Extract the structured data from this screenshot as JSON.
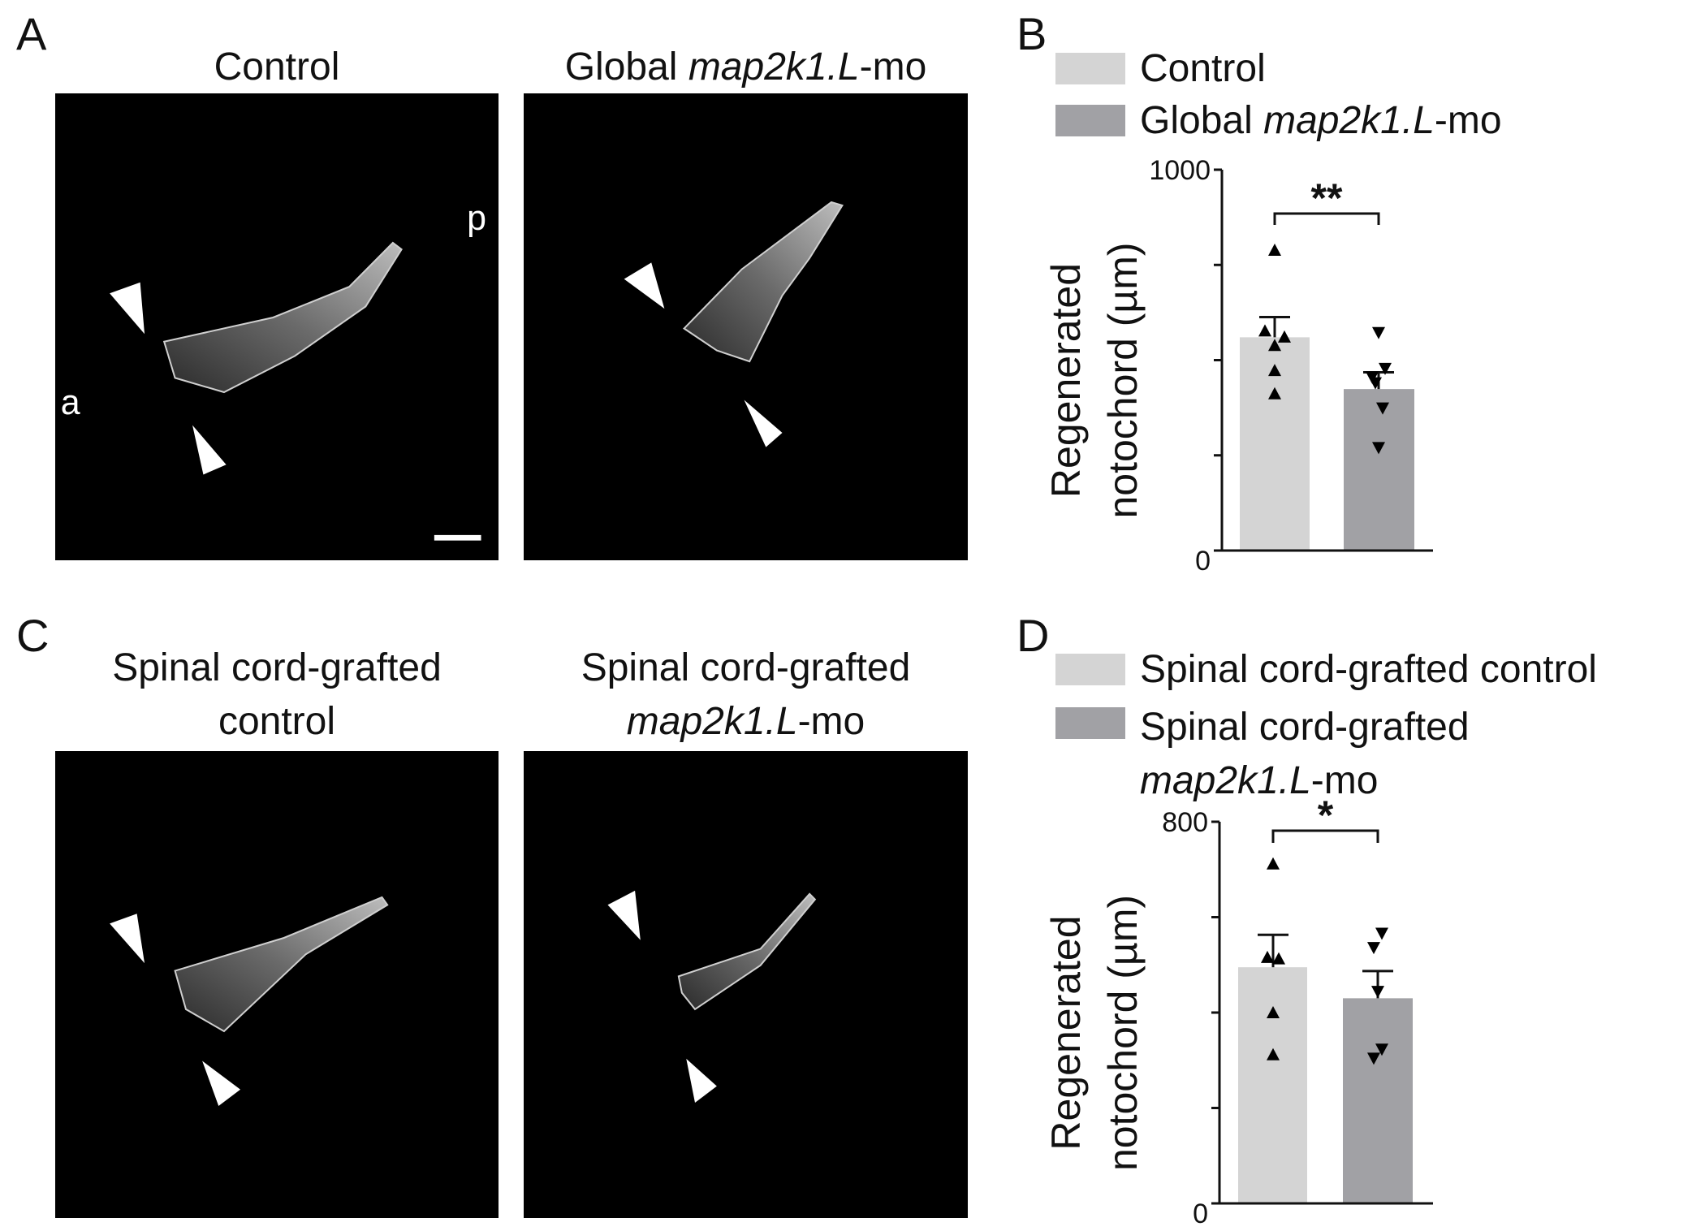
{
  "panel_letters": {
    "a": "A",
    "b": "B",
    "c": "C",
    "d": "D"
  },
  "panel_a": {
    "left_title": "Control",
    "right_title": {
      "prefix": "Global ",
      "italic": "map2k1.L",
      "suffix": "-mo"
    },
    "orientation_anterior": "a",
    "orientation_posterior": "p"
  },
  "panel_c": {
    "left_title": {
      "line1": "Spinal cord-grafted",
      "line2": "control"
    },
    "right_title": {
      "line1": "Spinal cord-grafted",
      "italic": "map2k1.L",
      "suffix": "-mo"
    }
  },
  "colors": {
    "control": "#d4d4d4",
    "morpholino": "#a1a1a5",
    "axis": "#111111"
  },
  "chart_data": [
    {
      "id": "B",
      "type": "bar",
      "legend": [
        {
          "label": "Control"
        },
        {
          "prefix": "Global ",
          "italic": "map2k1.L",
          "suffix": "-mo"
        }
      ],
      "legend_placement": "top",
      "ylabel_line1": "Regenerated",
      "ylabel_line2": "notochord (µm)",
      "ylim": [
        0,
        1000
      ],
      "yticks": [
        0,
        250,
        500,
        750,
        1000
      ],
      "ytick_labels": {
        "min": "0",
        "max": "1000"
      },
      "categories": [
        "Control",
        "Global map2k1.L-mo"
      ],
      "series": [
        {
          "name": "Control",
          "mean": 560,
          "sem_top": 613,
          "points": [
            789,
            577,
            561,
            539,
            473,
            412
          ],
          "marker": "triangle-up"
        },
        {
          "name": "Global map2k1.L-mo",
          "mean": 424,
          "sem_top": 468,
          "points": [
            572,
            478,
            455,
            440,
            374,
            270
          ],
          "marker": "triangle-down"
        }
      ],
      "significance": "**"
    },
    {
      "id": "D",
      "type": "bar",
      "legend": [
        {
          "label": "Spinal cord-grafted control"
        },
        {
          "line1": "Spinal cord-grafted",
          "italic": "map2k1.L",
          "suffix": "-mo"
        }
      ],
      "legend_placement": "top",
      "ylabel_line1": "Regenerated",
      "ylabel_line2": "notochord (µm)",
      "ylim": [
        0,
        800
      ],
      "yticks": [
        0,
        200,
        400,
        600,
        800
      ],
      "ytick_labels": {
        "min": "0",
        "max": "800"
      },
      "categories": [
        "Spinal cord-grafted control",
        "Spinal cord-grafted map2k1.L-mo"
      ],
      "series": [
        {
          "name": "Spinal cord-grafted control",
          "mean": 495,
          "sem_top": 563,
          "points": [
            712,
            516,
            513,
            400,
            312
          ],
          "marker": "triangle-up"
        },
        {
          "name": "Spinal cord-grafted map2k1.L-mo",
          "mean": 430,
          "sem_top": 487,
          "points": [
            566,
            536,
            444,
            323,
            304
          ],
          "marker": "triangle-down"
        }
      ],
      "significance": "*"
    }
  ]
}
